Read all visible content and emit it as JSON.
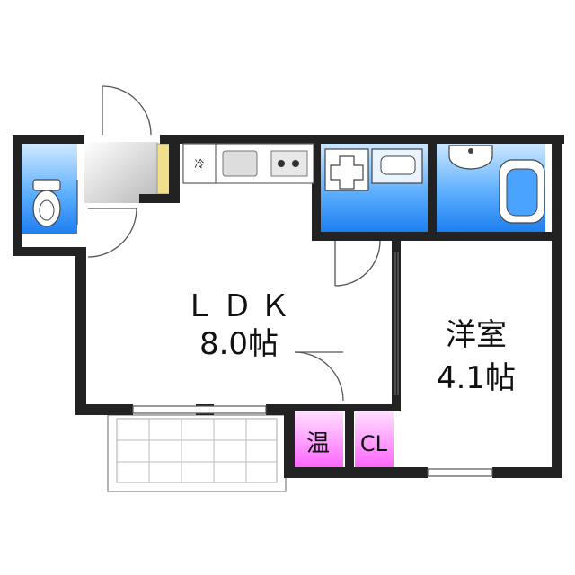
{
  "rooms": {
    "ldk_name": "ＬＤＫ",
    "ldk_size": "8.0帖",
    "western_name": "洋室",
    "western_size": "4.1帖",
    "water_heater": "温",
    "closet": "CL",
    "fridge": "冷"
  },
  "colors": {
    "wall": "#222222",
    "water_area": "#1e90ff",
    "utility": "#ff66ff",
    "entry_floor": "#f0e08c",
    "balcony_grid": "#bbbbbb"
  },
  "icons": [
    "toilet-icon",
    "washer-icon",
    "washbasin-icon",
    "bathtub-icon",
    "sink-icon",
    "stove-icon"
  ]
}
